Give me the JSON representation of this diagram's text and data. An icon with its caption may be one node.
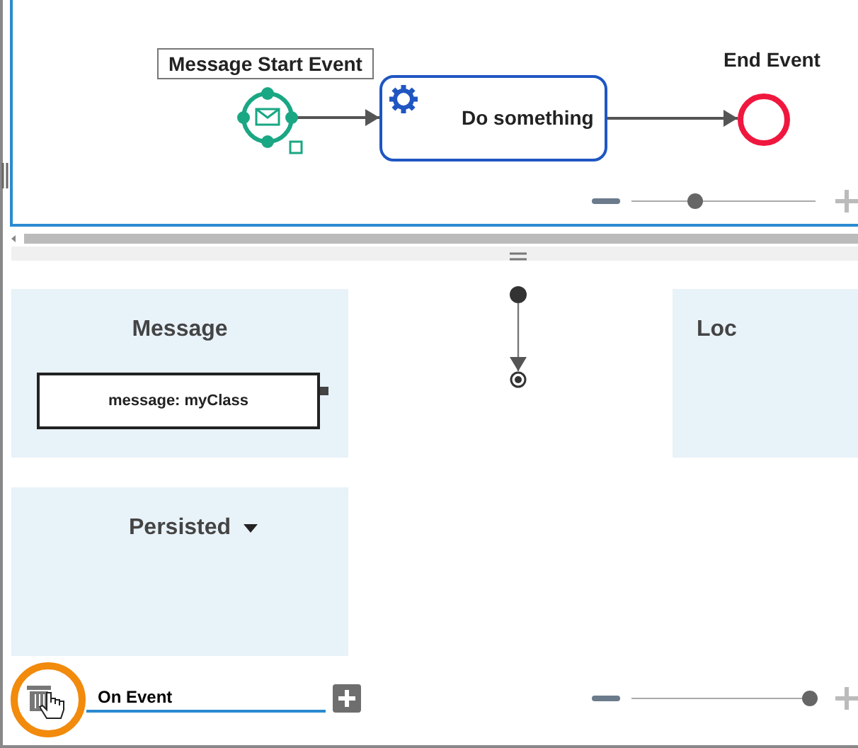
{
  "diagram": {
    "nodes": [
      {
        "text": [
          "Message Start Event"
        ]
      },
      {
        "text": [
          "Do something"
        ]
      },
      {
        "text": [
          "End Event"
        ]
      },
      {
        "text": [
          "Message"
        ]
      },
      {
        "text": [
          "message: myClass"
        ],
        "in": 3
      },
      {
        "text": [
          "Loc"
        ]
      },
      {
        "text": [
          "Persisted"
        ]
      },
      {
        "text": [],
        "shape": "circle"
      },
      {
        "text": [],
        "shape": "circle"
      }
    ],
    "edges": [
      {
        "from": 0,
        "to": 1,
        "arrow": "to"
      },
      {
        "from": 1,
        "to": 2,
        "arrow": "to"
      },
      {
        "from": 7,
        "to": 8,
        "arrow": "to"
      }
    ],
    "labels": [
      "On Event"
    ]
  }
}
